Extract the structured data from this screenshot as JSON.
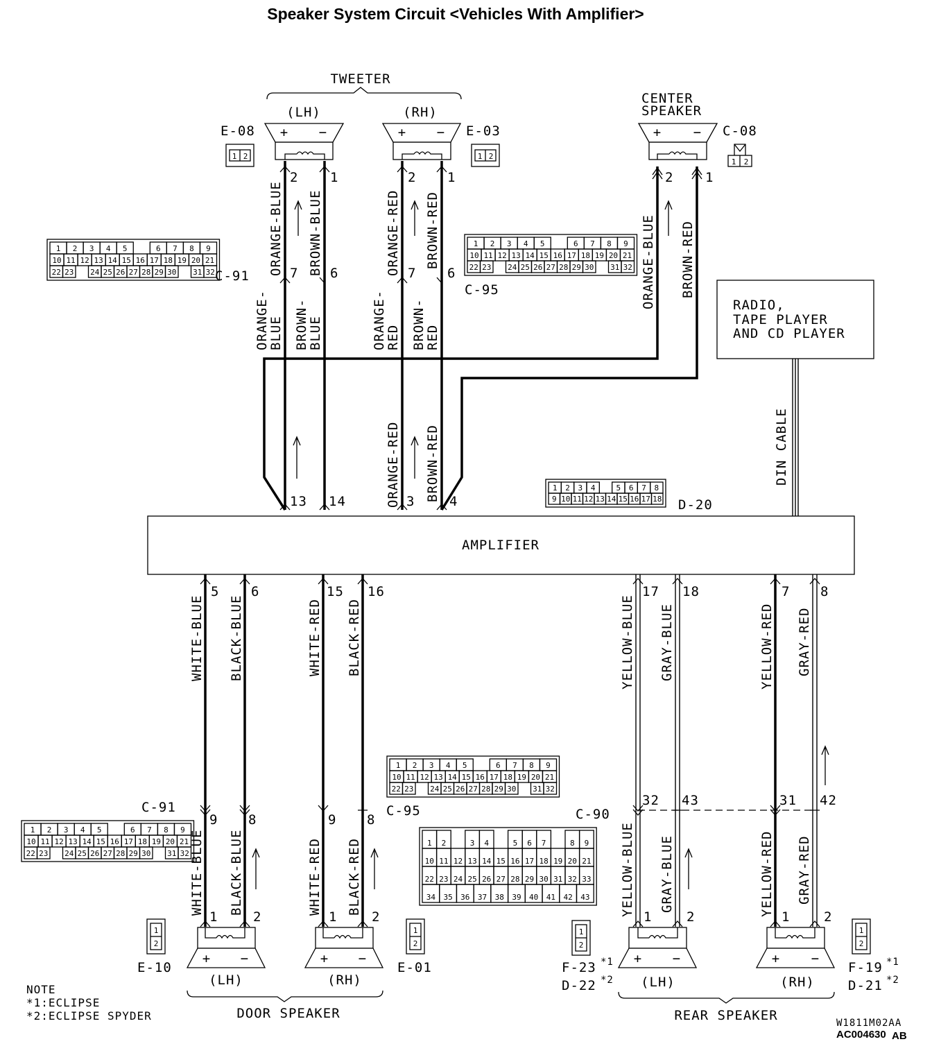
{
  "title": "Speaker System Circuit <Vehicles With Amplifier>",
  "groups": {
    "tweeter": "TWEETER",
    "center_speaker_line1": "CENTER",
    "center_speaker_line2": "SPEAKER",
    "door_speaker": "DOOR SPEAKER",
    "rear_speaker": "REAR SPEAKER"
  },
  "sides": {
    "lh": "(LH)",
    "rh": "(RH)"
  },
  "connectors": {
    "e08": "E-08",
    "e03": "E-03",
    "c08": "C-08",
    "c91": "C-91",
    "c95": "C-95",
    "d20": "D-20",
    "c90": "C-90",
    "e10": "E-10",
    "e01": "E-01",
    "f23": "F-23",
    "d22": "D-22",
    "f19": "F-19",
    "d21": "D-21"
  },
  "components": {
    "amplifier": "AMPLIFIER",
    "radio_line1": "RADIO,",
    "radio_line2": "TAPE PLAYER",
    "radio_line3": "AND CD PLAYER",
    "din_cable": "DIN CABLE"
  },
  "wires": {
    "orange_blue": "ORANGE-BLUE",
    "brown_blue": "BROWN-BLUE",
    "orange_red": "ORANGE-RED",
    "brown_red": "BROWN-RED",
    "orange_dash": "ORANGE-",
    "brown_dash": "BROWN-",
    "blue": "BLUE",
    "red": "RED",
    "white_blue": "WHITE-BLUE",
    "black_blue": "BLACK-BLUE",
    "white_red": "WHITE-RED",
    "black_red": "BLACK-RED",
    "yellow_blue": "YELLOW-BLUE",
    "gray_blue": "GRAY-BLUE",
    "yellow_red": "YELLOW-RED",
    "gray_red": "GRAY-RED"
  },
  "pins": {
    "p1": "1",
    "p2": "2",
    "p3": "3",
    "p4": "4",
    "p5": "5",
    "p6": "6",
    "p7": "7",
    "p8": "8",
    "p9": "9",
    "p13": "13",
    "p14": "14",
    "p15": "15",
    "p16": "16",
    "p17": "17",
    "p18": "18",
    "p31": "31",
    "p32": "32",
    "p42": "42",
    "p43": "43"
  },
  "symbols": {
    "plus": "+",
    "minus": "−",
    "ast1": "*1",
    "ast2": "*2"
  },
  "note": {
    "header": "NOTE",
    "line1": "*1:ECLIPSE",
    "line2": "*2:ECLIPSE SPYDER"
  },
  "codes": {
    "code1": "W1811M02AA",
    "code2": "AC004630",
    "code2_suffix": "AB"
  },
  "connector_faces": {
    "c91_rows": [
      [
        "1",
        "2",
        "3",
        "4",
        "5",
        "",
        "6",
        "7",
        "8",
        "9"
      ],
      [
        "10",
        "11",
        "12",
        "13",
        "14",
        "15",
        "16",
        "17",
        "18",
        "19",
        "20",
        "21"
      ],
      [
        "22",
        "23",
        "",
        "24",
        "25",
        "26",
        "27",
        "28",
        "29",
        "30",
        "",
        "31",
        "32"
      ]
    ],
    "d20_rows": [
      [
        "1",
        "2",
        "3",
        "4",
        "",
        "5",
        "6",
        "7",
        "8"
      ],
      [
        "9",
        "10",
        "11",
        "12",
        "13",
        "14",
        "15",
        "16",
        "17",
        "18"
      ]
    ],
    "c90_rows": [
      [
        "1",
        "2",
        "",
        "3",
        "4",
        "",
        "5",
        "6",
        "7",
        "",
        "8",
        "9"
      ],
      [
        "10",
        "11",
        "12",
        "13",
        "14",
        "15",
        "16",
        "17",
        "18",
        "19",
        "20",
        "21"
      ],
      [
        "22",
        "23",
        "24",
        "25",
        "26",
        "27",
        "28",
        "29",
        "30",
        "31",
        "32",
        "33"
      ],
      [
        "34",
        "35",
        "36",
        "37",
        "38",
        "39",
        "40",
        "41",
        "42",
        "43"
      ]
    ],
    "two_pin": [
      "1",
      "2"
    ]
  }
}
